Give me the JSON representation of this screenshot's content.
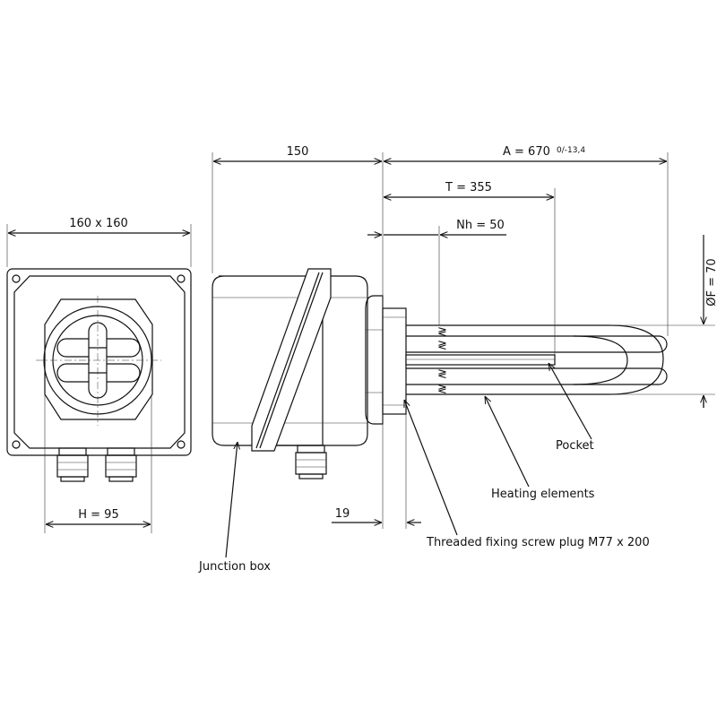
{
  "dimensions": {
    "box_size": "160 x 160",
    "hole_spacing": "H = 95",
    "box_depth": "150",
    "overall_length": "A = 670",
    "overall_tolerance": "0/-13,4",
    "unheated_length": "T = 355",
    "neutral_length": "Nh = 50",
    "diameter": "ØF = 70",
    "plug_offset": "19"
  },
  "callouts": {
    "pocket": "Pocket",
    "heating_elements": "Heating elements",
    "threaded_plug": "Threaded fixing screw plug M77 x 200",
    "junction_box": "Junction box"
  }
}
